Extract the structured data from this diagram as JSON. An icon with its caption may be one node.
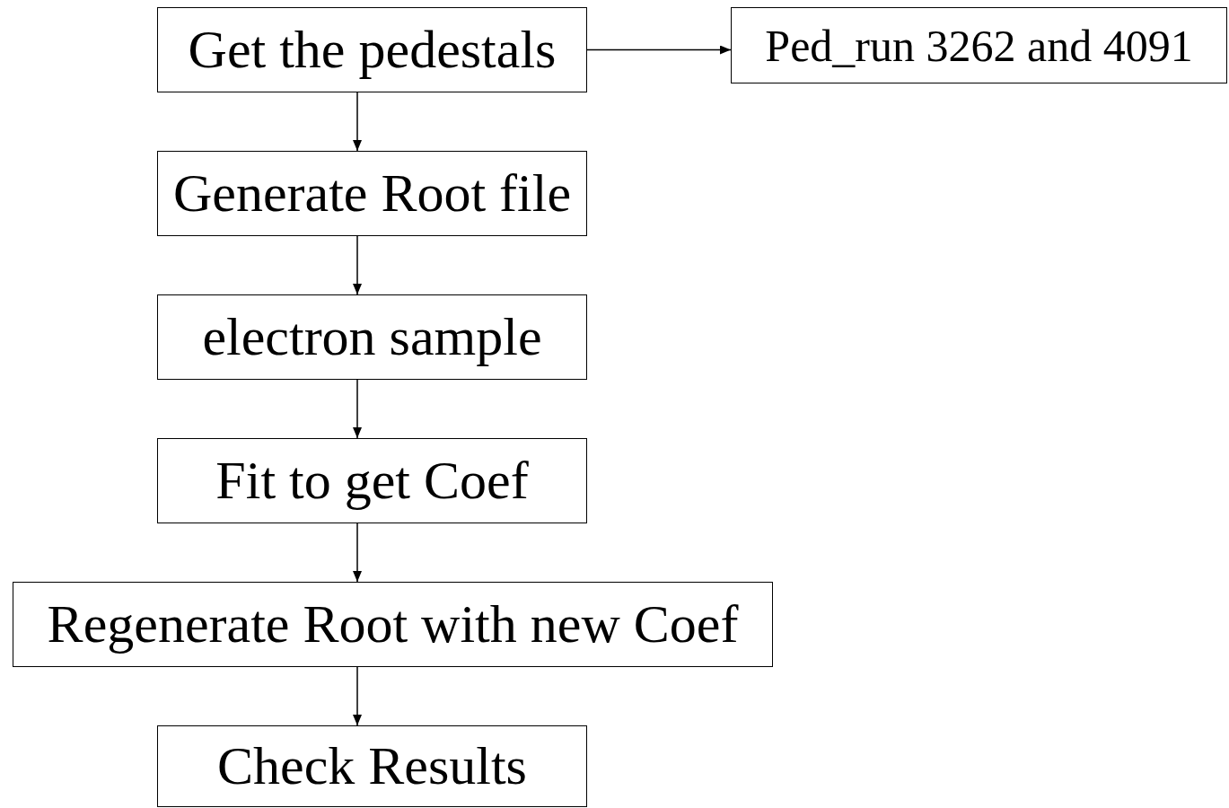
{
  "diagram": {
    "nodes": [
      {
        "text": [
          "Get the pedestals"
        ]
      },
      {
        "text": [
          "Ped_run 3262 and 4091"
        ]
      },
      {
        "text": [
          "Generate Root file"
        ]
      },
      {
        "text": [
          "electron sample"
        ]
      },
      {
        "text": [
          "Fit to get Coef"
        ]
      },
      {
        "text": [
          "Regenerate Root with new Coef"
        ]
      },
      {
        "text": [
          "Check Results"
        ]
      }
    ],
    "edges": [
      {
        "from": 0,
        "to": 1,
        "arrow": "to"
      },
      {
        "from": 0,
        "to": 2,
        "arrow": "to"
      },
      {
        "from": 2,
        "to": 3,
        "arrow": "to"
      },
      {
        "from": 3,
        "to": 4,
        "arrow": "to"
      },
      {
        "from": 4,
        "to": 5,
        "arrow": "to"
      },
      {
        "from": 5,
        "to": 6,
        "arrow": "to"
      }
    ]
  }
}
